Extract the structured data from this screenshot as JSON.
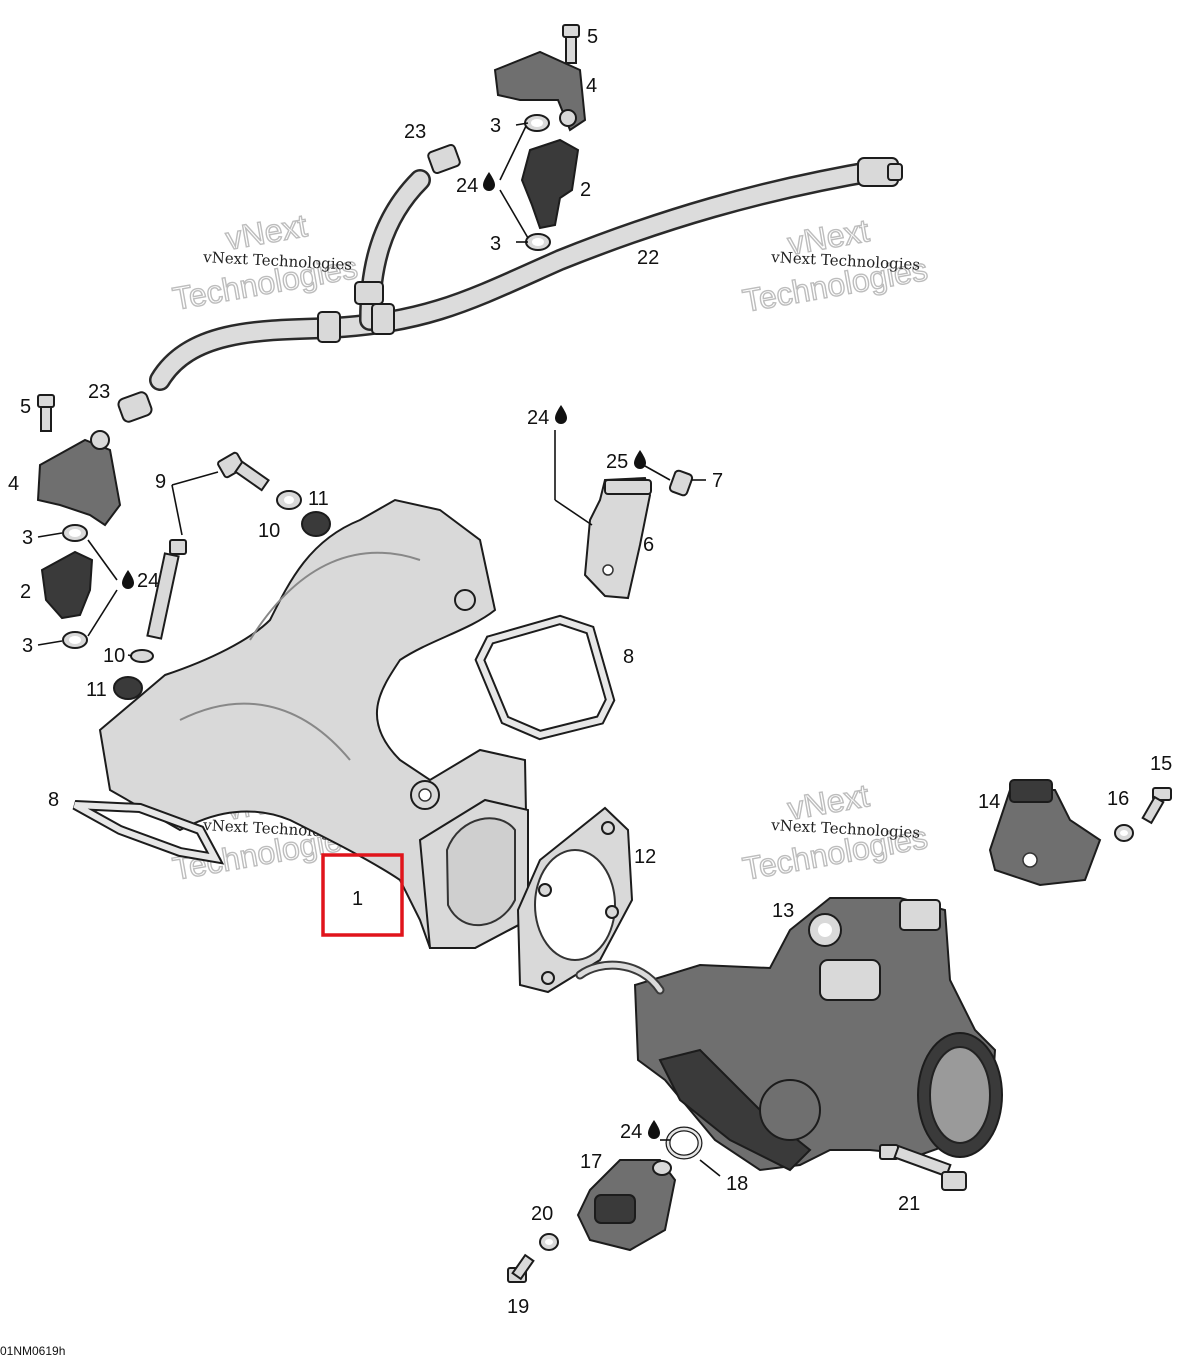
{
  "callouts": [
    {
      "id": "c1",
      "label": "1"
    },
    {
      "id": "c2a",
      "label": "2"
    },
    {
      "id": "c2b",
      "label": "2"
    },
    {
      "id": "c3a",
      "label": "3"
    },
    {
      "id": "c3b",
      "label": "3"
    },
    {
      "id": "c3c",
      "label": "3"
    },
    {
      "id": "c3d",
      "label": "3"
    },
    {
      "id": "c4a",
      "label": "4"
    },
    {
      "id": "c4b",
      "label": "4"
    },
    {
      "id": "c5a",
      "label": "5"
    },
    {
      "id": "c5b",
      "label": "5"
    },
    {
      "id": "c6",
      "label": "6"
    },
    {
      "id": "c7",
      "label": "7"
    },
    {
      "id": "c8a",
      "label": "8"
    },
    {
      "id": "c8b",
      "label": "8"
    },
    {
      "id": "c9",
      "label": "9"
    },
    {
      "id": "c10a",
      "label": "10"
    },
    {
      "id": "c10b",
      "label": "10"
    },
    {
      "id": "c11a",
      "label": "11"
    },
    {
      "id": "c11b",
      "label": "11"
    },
    {
      "id": "c12",
      "label": "12"
    },
    {
      "id": "c13",
      "label": "13"
    },
    {
      "id": "c14",
      "label": "14"
    },
    {
      "id": "c15",
      "label": "15"
    },
    {
      "id": "c16",
      "label": "16"
    },
    {
      "id": "c17",
      "label": "17"
    },
    {
      "id": "c18",
      "label": "18"
    },
    {
      "id": "c19",
      "label": "19"
    },
    {
      "id": "c20",
      "label": "20"
    },
    {
      "id": "c21",
      "label": "21"
    },
    {
      "id": "c22",
      "label": "22"
    },
    {
      "id": "c23a",
      "label": "23"
    },
    {
      "id": "c23b",
      "label": "23"
    },
    {
      "id": "c24a",
      "label": "24"
    },
    {
      "id": "c24b",
      "label": "24"
    },
    {
      "id": "c24c",
      "label": "24"
    },
    {
      "id": "c24d",
      "label": "24"
    },
    {
      "id": "c25",
      "label": "25"
    }
  ],
  "watermark": {
    "small": "vNext Technologies",
    "big_line1": "vNext",
    "big_line2": "Technologies"
  },
  "highlighted_part": "1",
  "highlight_color": "#e0141b",
  "reference_code": "01NM0619h"
}
